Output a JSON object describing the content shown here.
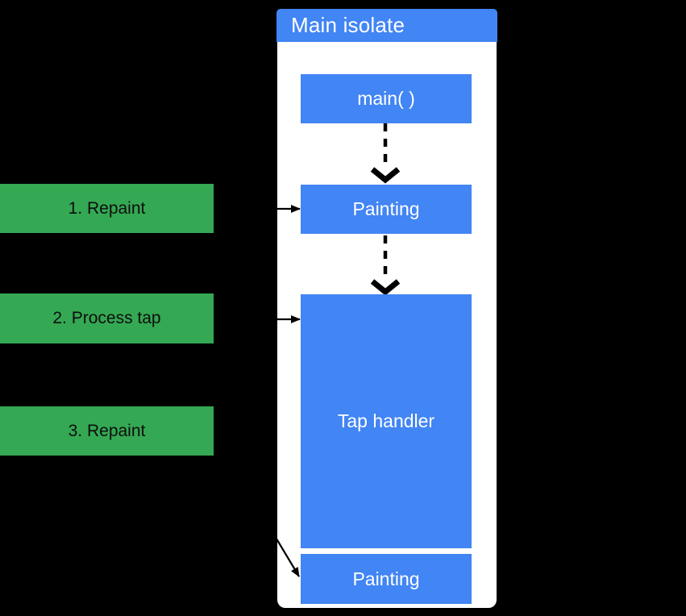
{
  "colors": {
    "background": "#000000",
    "node_blue": "#4285F4",
    "event_green": "#34A853",
    "panel_white": "#FFFFFF",
    "arrow_black": "#000000",
    "text_on_blue": "#FFFFFF",
    "text_on_green": "#0D0D0D"
  },
  "isolate": {
    "title": "Main isolate",
    "nodes": [
      {
        "id": "main",
        "label": "main( )"
      },
      {
        "id": "painting-1",
        "label": "Painting"
      },
      {
        "id": "tap-handler",
        "label": "Tap handler"
      },
      {
        "id": "painting-2",
        "label": "Painting"
      }
    ]
  },
  "events": [
    {
      "label": "1. Repaint",
      "points_to": "painting-1"
    },
    {
      "label": "2. Process tap",
      "points_to": "tap-handler"
    },
    {
      "label": "3. Repaint",
      "points_to": "painting-2"
    }
  ],
  "connections": {
    "dashed_flow": [
      [
        "main",
        "painting-1"
      ],
      [
        "painting-1",
        "tap-handler"
      ]
    ]
  }
}
